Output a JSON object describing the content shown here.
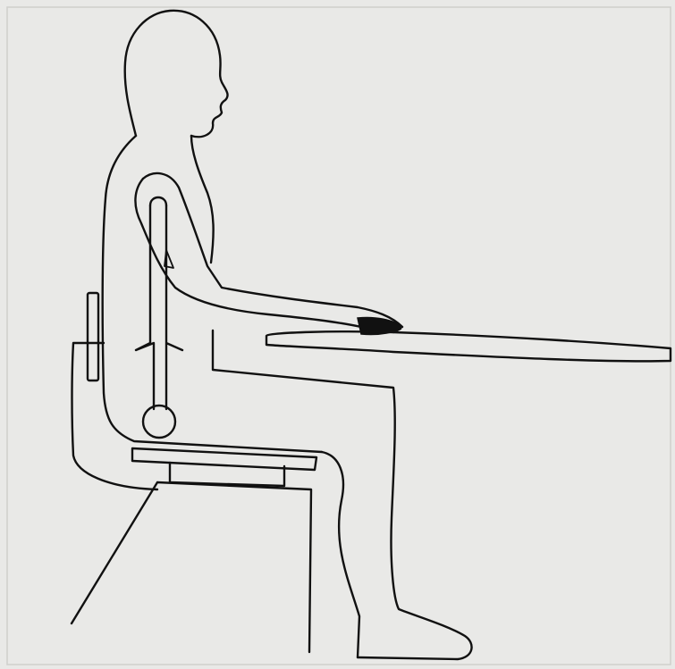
{
  "figure": {
    "description_text": "",
    "colors": {
      "background": "#e9e9e7",
      "ink": "#111111"
    },
    "parts": [
      {
        "name": "seated-person-outline"
      },
      {
        "name": "arm-bone-marker"
      },
      {
        "name": "chair"
      },
      {
        "name": "desk-surface"
      }
    ]
  }
}
